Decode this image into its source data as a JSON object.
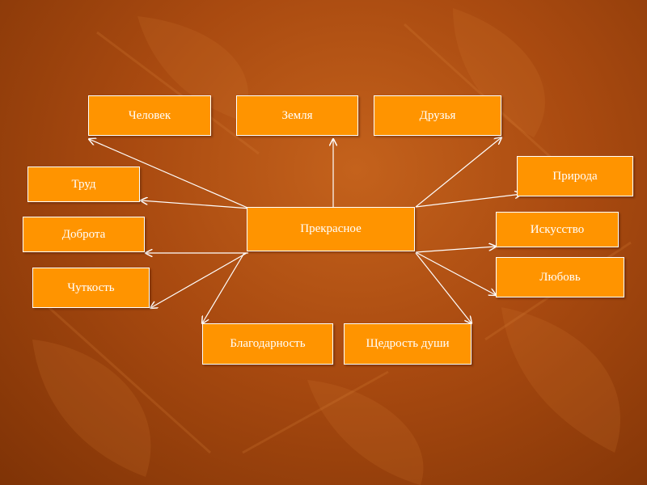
{
  "diagram": {
    "center": "Прекрасное",
    "nodes": {
      "chelovek": "Человек",
      "zemlya": "Земля",
      "druzya": "Друзья",
      "trud": "Труд",
      "priroda": "Природа",
      "dobrota": "Доброта",
      "iskusstvo": "Искусство",
      "chutkost": "Чуткость",
      "lyubov": "Любовь",
      "blagodarnost": "Благодарность",
      "shchedrost": "Щедрость души"
    }
  },
  "colors": {
    "background": "#a94a10",
    "node_fill": "#ff9400",
    "node_text": "#ffffff",
    "arrow": "#ffffff"
  }
}
